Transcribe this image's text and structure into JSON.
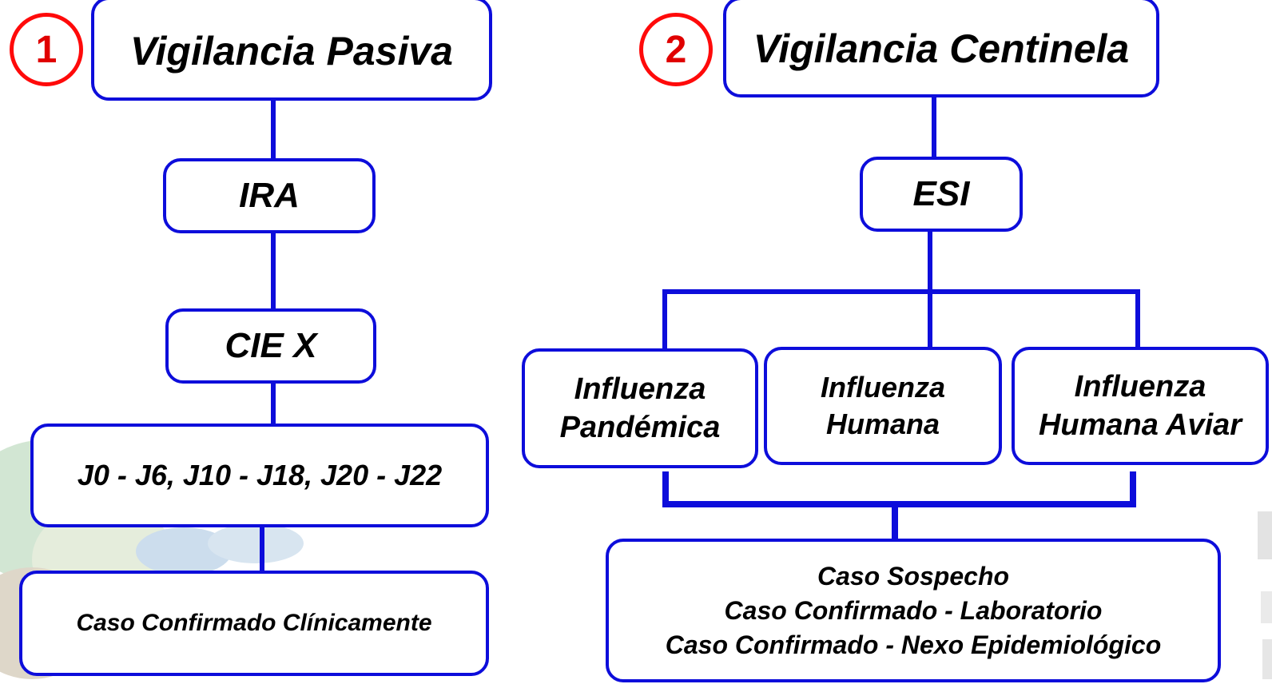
{
  "colors": {
    "box_border": "#0d0ddb",
    "badge": "#ff0a0a",
    "badge_text": "#e00000"
  },
  "left": {
    "badge": "1",
    "title": "Vigilancia Pasiva",
    "level1": "IRA",
    "level2": "CIE X",
    "codes": "J0 - J6, J10 - J18, J20 - J22",
    "result": "Caso Confirmado Clínicamente"
  },
  "right": {
    "badge": "2",
    "title": "Vigilancia Centinela",
    "level1": "ESI",
    "branches": [
      {
        "line1": "Influenza",
        "line2": "Pandémica"
      },
      {
        "line1": "Influenza",
        "line2": "Humana"
      },
      {
        "line1": "Influenza",
        "line2": "Humana Aviar"
      }
    ],
    "results": [
      "Caso Sospecho",
      "Caso Confirmado - Laboratorio",
      "Caso Confirmado - Nexo Epidemiológico"
    ]
  }
}
